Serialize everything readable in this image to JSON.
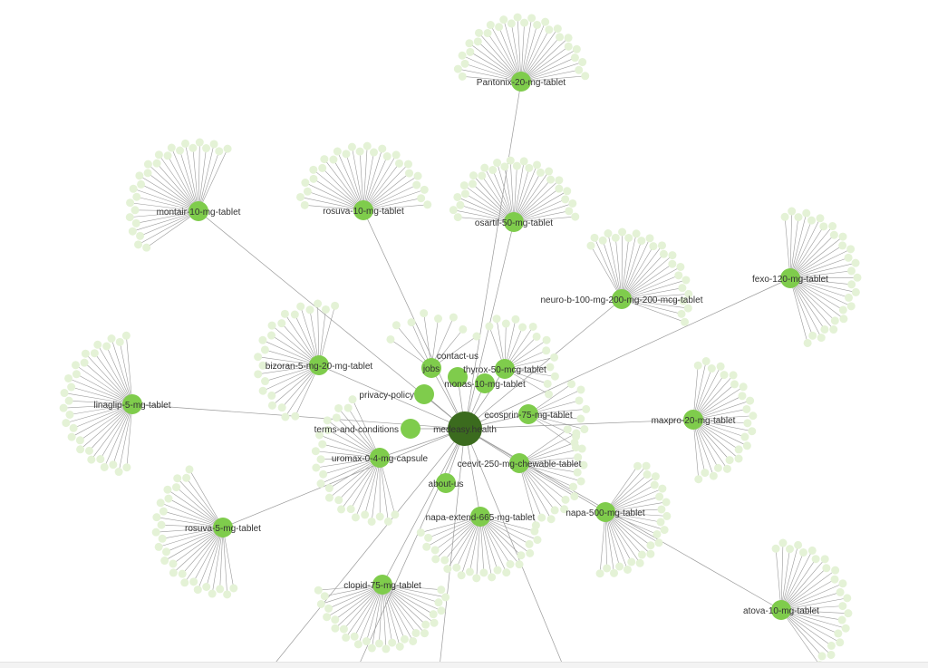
{
  "graph": {
    "root": {
      "label": "medeasy.health"
    },
    "nodes": [
      {
        "id": "jobs",
        "label": "jobs"
      },
      {
        "id": "contact",
        "label": "contact-us"
      },
      {
        "id": "thyrox",
        "label": "thyrox-50-mcg-tablet"
      },
      {
        "id": "monas",
        "label": "monas-10-mg-tablet"
      },
      {
        "id": "privacy",
        "label": "privacy-policy"
      },
      {
        "id": "terms",
        "label": "terms-and-conditions"
      },
      {
        "id": "about",
        "label": "about-us"
      },
      {
        "id": "bizoran",
        "label": "bizoran-5-mg-20-mg-tablet"
      },
      {
        "id": "ecosprin",
        "label": "ecosprin-75-mg-tablet"
      },
      {
        "id": "uromax",
        "label": "uromax-0-4-mg-capsule"
      },
      {
        "id": "ceevit",
        "label": "ceevit-250-mg-chewable-tablet"
      },
      {
        "id": "napaext",
        "label": "napa-extend-665-mg-tablet"
      },
      {
        "id": "napa500",
        "label": "napa-500-mg-tablet"
      },
      {
        "id": "neurob",
        "label": "neuro-b-100-mg-200-mg-200-mcg-tablet"
      },
      {
        "id": "fexo",
        "label": "fexo-120-mg-tablet"
      },
      {
        "id": "maxpro",
        "label": "maxpro-20-mg-tablet"
      },
      {
        "id": "atova",
        "label": "atova-10-mg-tablet"
      },
      {
        "id": "clopid",
        "label": "clopid-75-mg-tablet"
      },
      {
        "id": "rosuva5",
        "label": "rosuva-5-mg-tablet"
      },
      {
        "id": "linaglip",
        "label": "linaglip-5-mg-tablet"
      },
      {
        "id": "montair",
        "label": "montair-10-mg-tablet"
      },
      {
        "id": "rosuva10",
        "label": "rosuva-10-mg-tablet"
      },
      {
        "id": "osartil",
        "label": "osartil-50-mg-tablet"
      },
      {
        "id": "pantonix",
        "label": "Pantonix-20-mg-tablet"
      }
    ],
    "colors": {
      "root": "#3b6b1e",
      "hub": "#7fcc4c",
      "leaf": "#e4f2d6",
      "edge": "#9a9a9a"
    }
  }
}
